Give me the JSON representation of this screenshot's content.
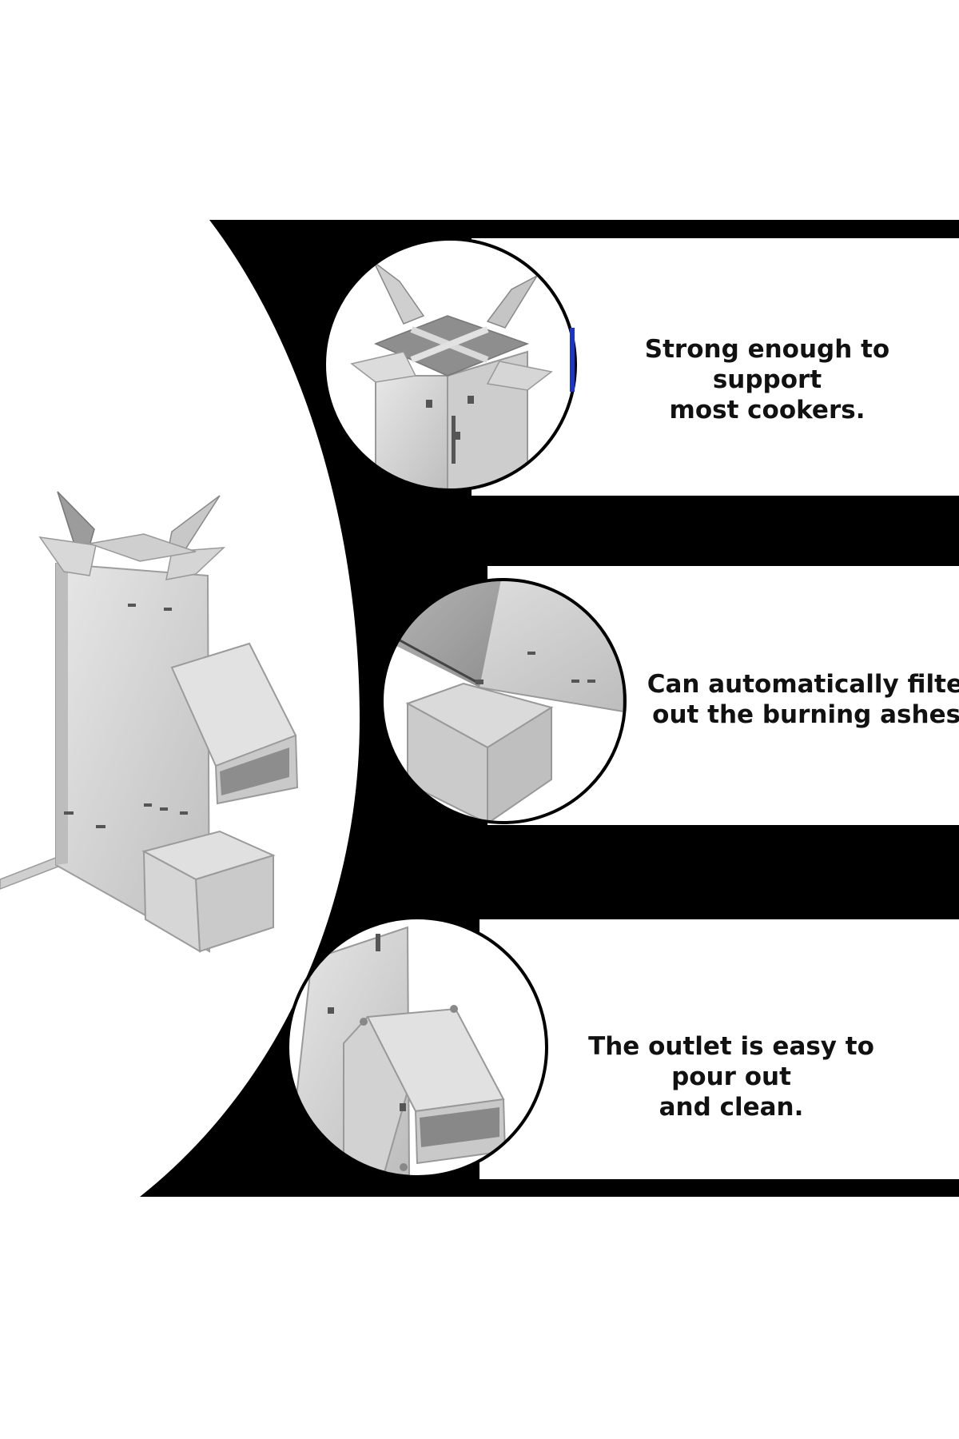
{
  "product": {
    "image_icon": "rocket-stove-icon"
  },
  "features": [
    {
      "icon": "zoomed-pot-support-icon",
      "lines": [
        "Strong enough to support",
        "most cookers."
      ]
    },
    {
      "icon": "zoomed-ash-filter-icon",
      "lines": [
        "Can automatically filter",
        "out the burning ashes."
      ]
    },
    {
      "icon": "zoomed-ash-outlet-icon",
      "lines": [
        "The outlet is easy to pour out",
        "and clean."
      ]
    }
  ],
  "colors": {
    "background": "#ffffff",
    "band": "#000000",
    "steel_light": "#dcdcdc",
    "steel_mid": "#c4c4c4",
    "steel_dark": "#8e8e8e",
    "text": "#111111"
  }
}
